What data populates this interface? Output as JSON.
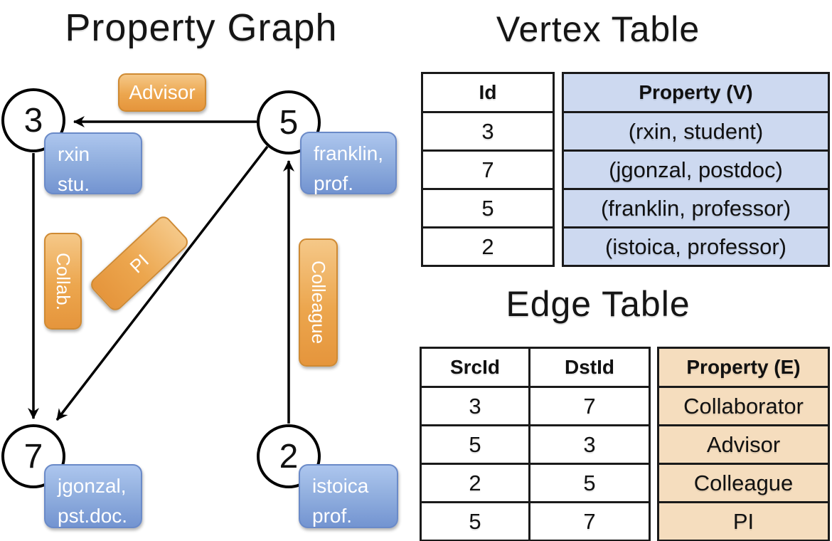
{
  "graph": {
    "title": "Property Graph",
    "nodes": [
      {
        "id": "3",
        "line1": "rxin",
        "line2": "stu."
      },
      {
        "id": "5",
        "line1": "franklin,",
        "line2": "prof."
      },
      {
        "id": "7",
        "line1": "jgonzal,",
        "line2": "pst.doc."
      },
      {
        "id": "2",
        "line1": "istoica",
        "line2": "prof."
      }
    ],
    "edge_labels": {
      "advisor": "Advisor",
      "collab": "Collab.",
      "pi": "PI",
      "colleague": "Colleague"
    }
  },
  "vertex_table": {
    "title": "Vertex Table",
    "headers": {
      "id": "Id",
      "property": "Property (V)"
    },
    "rows": [
      {
        "id": "3",
        "property": "(rxin, student)"
      },
      {
        "id": "7",
        "property": "(jgonzal, postdoc)"
      },
      {
        "id": "5",
        "property": "(franklin, professor)"
      },
      {
        "id": "2",
        "property": "(istoica, professor)"
      }
    ]
  },
  "edge_table": {
    "title": "Edge Table",
    "headers": {
      "src": "SrcId",
      "dst": "DstId",
      "property": "Property (E)"
    },
    "rows": [
      {
        "src": "3",
        "dst": "7",
        "property": "Collaborator"
      },
      {
        "src": "5",
        "dst": "3",
        "property": "Advisor"
      },
      {
        "src": "2",
        "dst": "5",
        "property": "Colleague"
      },
      {
        "src": "5",
        "dst": "7",
        "property": "PI"
      }
    ]
  },
  "colors": {
    "edge_label_orange_top": "#f5c888",
    "edge_label_orange_bottom": "#e5953c",
    "vertex_box_blue_top": "#adc6ee",
    "vertex_box_blue_bottom": "#7394d1",
    "vertex_table_cell_bg": "#cdd9f0",
    "edge_table_cell_bg": "#f5ddbe",
    "line_color": "#000000"
  }
}
